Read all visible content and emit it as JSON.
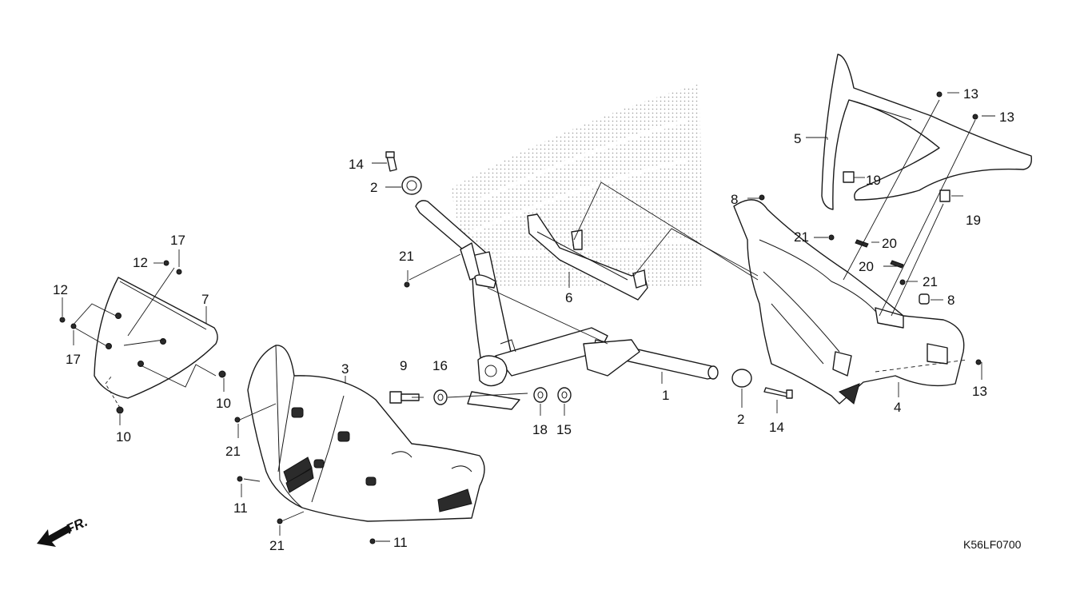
{
  "diagram_code": "K56LF0700",
  "direction_label": "FR.",
  "callouts": [
    "1",
    "2",
    "2",
    "3",
    "4",
    "5",
    "6",
    "7",
    "8",
    "8",
    "9",
    "10",
    "10",
    "11",
    "11",
    "12",
    "12",
    "13",
    "13",
    "13",
    "14",
    "14",
    "15",
    "16",
    "17",
    "17",
    "18",
    "19",
    "19",
    "20",
    "20",
    "21",
    "21",
    "21",
    "21",
    "21"
  ]
}
